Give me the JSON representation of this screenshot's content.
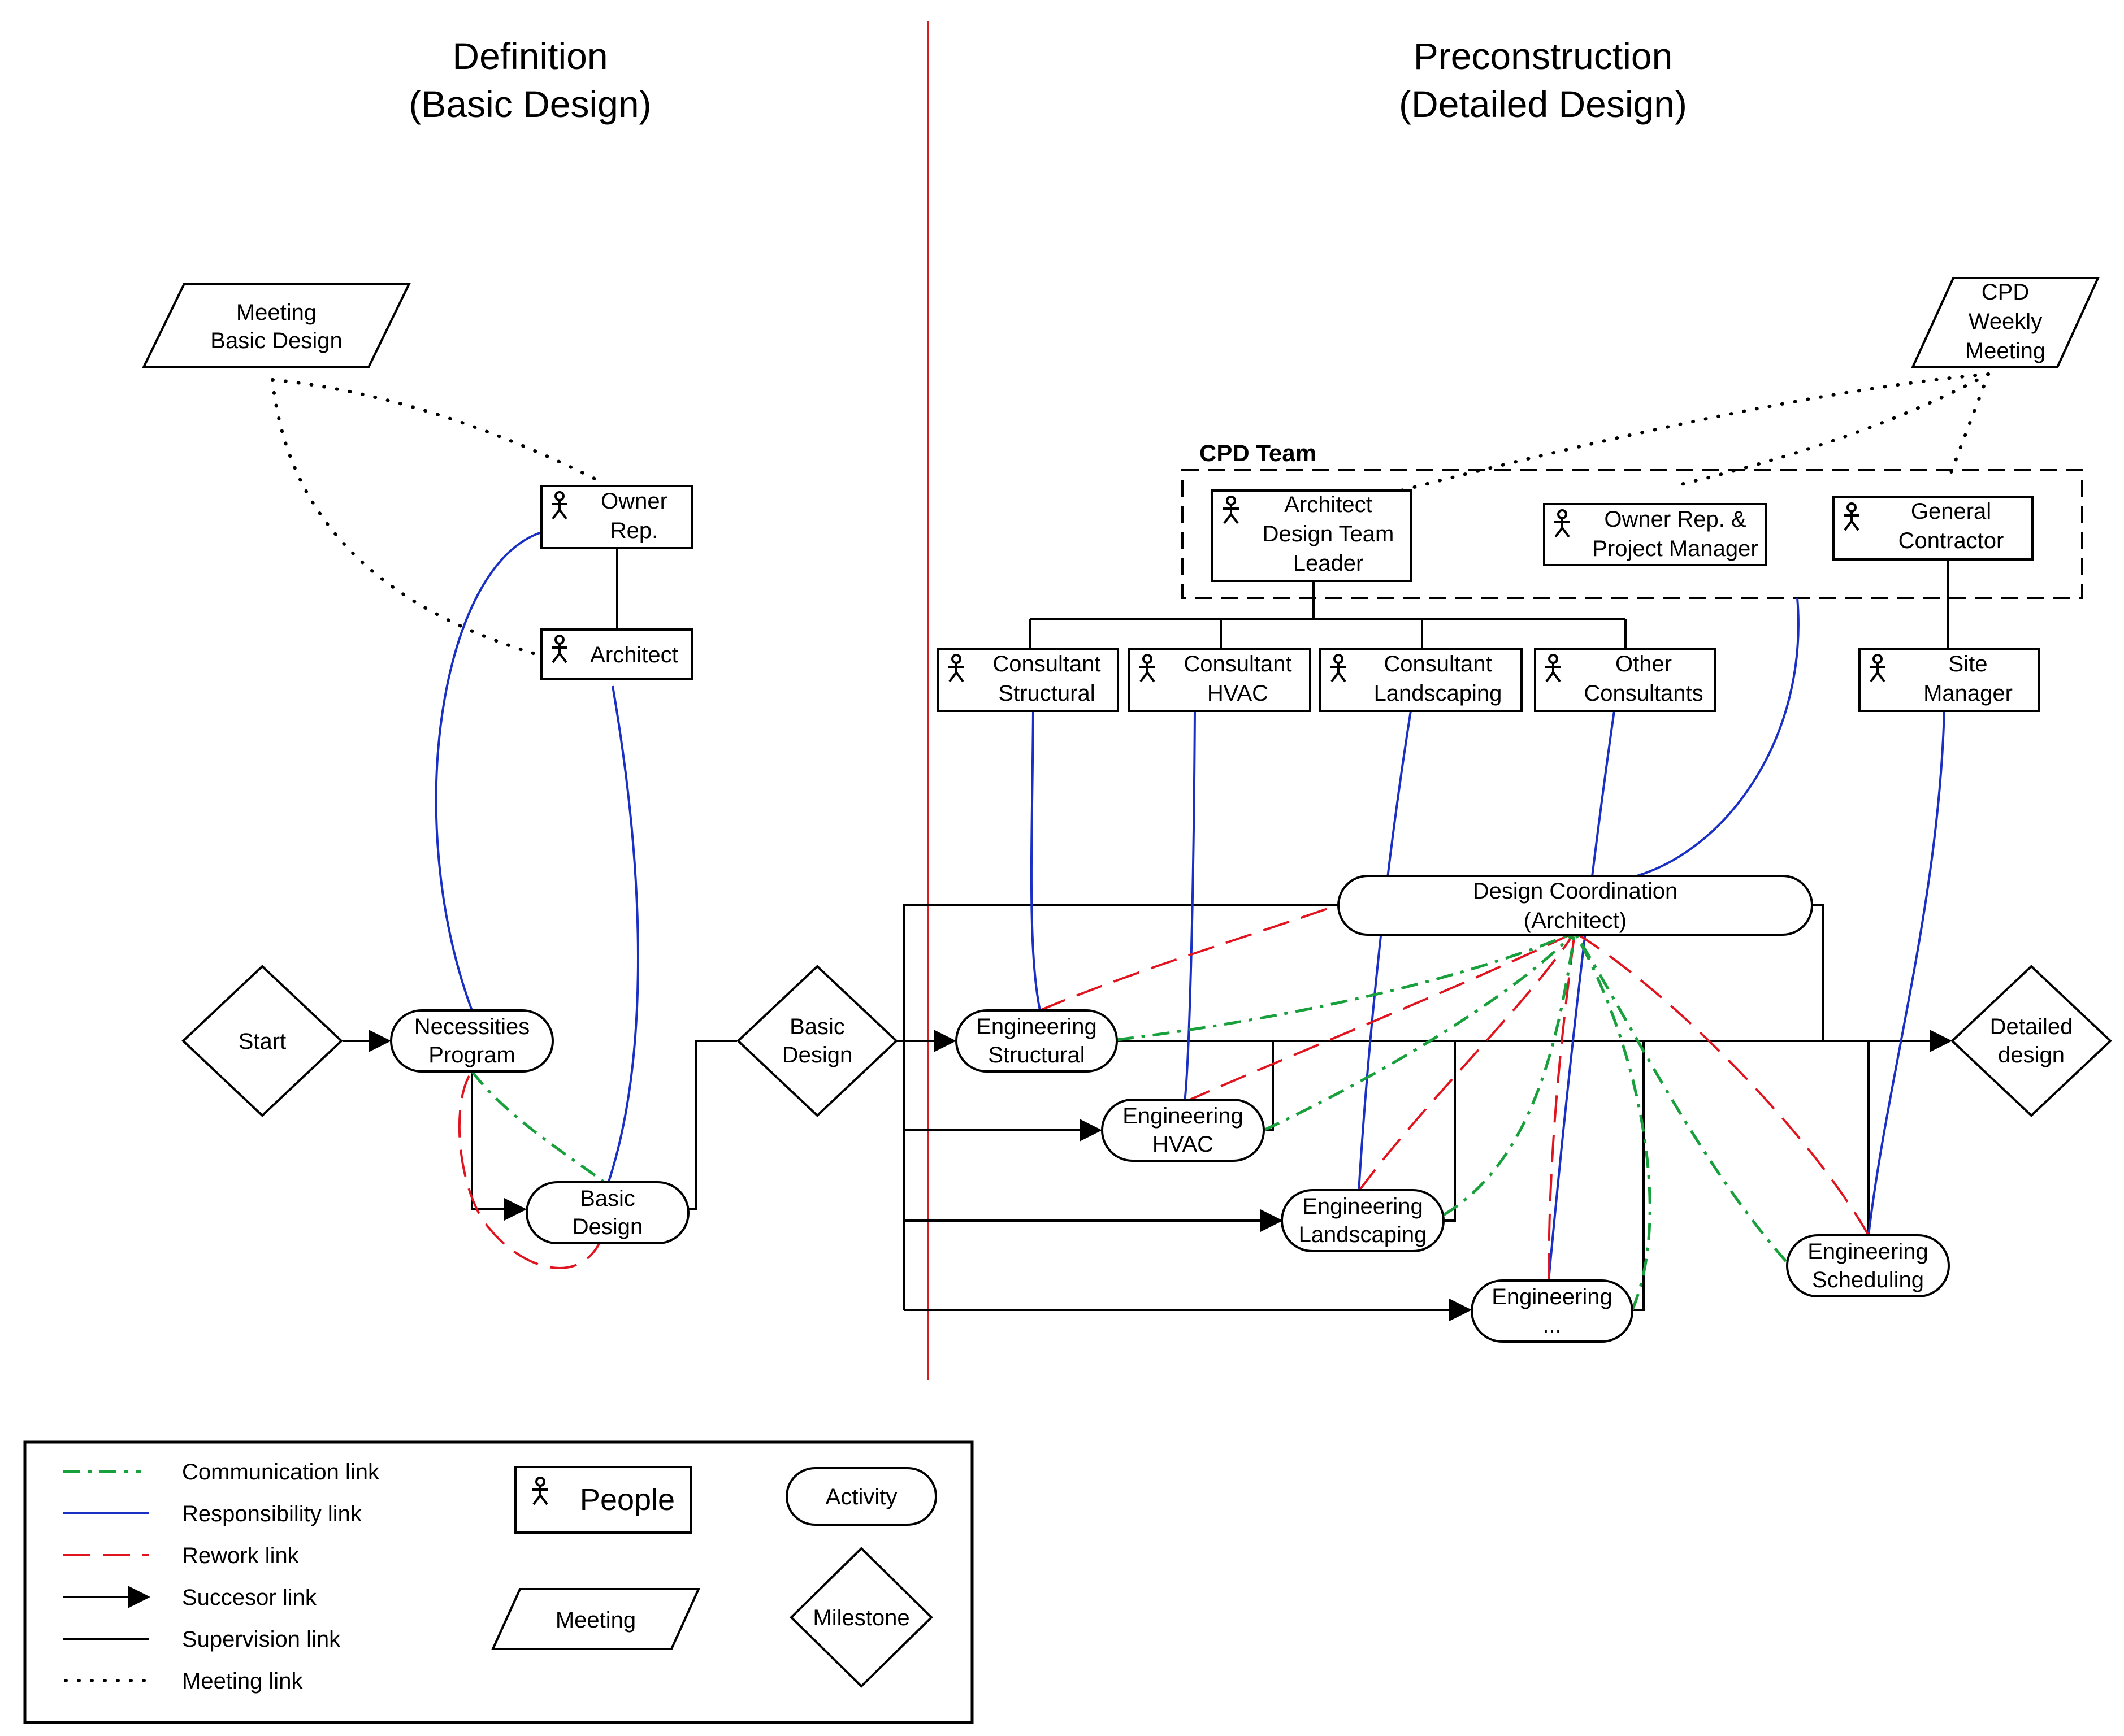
{
  "phases": {
    "definition": {
      "line1": "Definition",
      "line2": "(Basic Design)"
    },
    "preconstruction": {
      "line1": "Preconstruction",
      "line2": "(Detailed Design)"
    }
  },
  "cpd_team_label": "CPD Team",
  "meetings": {
    "basic": {
      "lines": [
        "Meeting",
        "Basic Design"
      ]
    },
    "cpd": {
      "lines": [
        "CPD",
        "Weekly",
        "Meeting"
      ]
    }
  },
  "people": {
    "owner_rep": {
      "lines": [
        "Owner",
        "Rep."
      ]
    },
    "architect": {
      "lines": [
        "Architect"
      ]
    },
    "architect_leader": {
      "lines": [
        "Architect",
        "Design Team",
        "Leader"
      ]
    },
    "owner_pm": {
      "lines": [
        "Owner Rep. &",
        "Project Manager"
      ]
    },
    "general_contractor": {
      "lines": [
        "General",
        "Contractor"
      ]
    },
    "consultant_structural": {
      "lines": [
        "Consultant",
        "Structural"
      ]
    },
    "consultant_hvac": {
      "lines": [
        "Consultant",
        "HVAC"
      ]
    },
    "consultant_landscaping": {
      "lines": [
        "Consultant",
        "Landscaping"
      ]
    },
    "other_consultants": {
      "lines": [
        "Other",
        "Consultants"
      ]
    },
    "site_manager": {
      "lines": [
        "Site",
        "Manager"
      ]
    }
  },
  "activities": {
    "necessities": {
      "lines": [
        "Necessities",
        "Program"
      ]
    },
    "basic_design": {
      "lines": [
        "Basic",
        "Design"
      ]
    },
    "design_coordination": {
      "lines": [
        "Design Coordination",
        "(Architect)"
      ]
    },
    "eng_structural": {
      "lines": [
        "Engineering",
        "Structural"
      ]
    },
    "eng_hvac": {
      "lines": [
        "Engineering",
        "HVAC"
      ]
    },
    "eng_landscaping": {
      "lines": [
        "Engineering",
        "Landscaping"
      ]
    },
    "eng_other": {
      "lines": [
        "Engineering",
        "..."
      ]
    },
    "eng_scheduling": {
      "lines": [
        "Engineering",
        "Scheduling"
      ]
    }
  },
  "milestones": {
    "start": {
      "lines": [
        "Start"
      ]
    },
    "basic_design": {
      "lines": [
        "Basic",
        "Design"
      ]
    },
    "detailed_design": {
      "lines": [
        "Detailed",
        "design"
      ]
    }
  },
  "legend": {
    "links": [
      {
        "label": "Communication link",
        "style": "comm"
      },
      {
        "label": "Responsibility link",
        "style": "resp"
      },
      {
        "label": "Rework link",
        "style": "rew"
      },
      {
        "label": "Succesor link",
        "style": "succ"
      },
      {
        "label": "Supervision link",
        "style": "sup"
      },
      {
        "label": "Meeting link",
        "style": "meet"
      }
    ],
    "people": "People",
    "meeting": "Meeting",
    "activity": "Activity",
    "milestone": "Milestone"
  },
  "colors": {
    "communication": "#18a03c",
    "responsibility": "#1a2fc4",
    "rework": "#e0141e",
    "phase_divider": "#d42020"
  }
}
